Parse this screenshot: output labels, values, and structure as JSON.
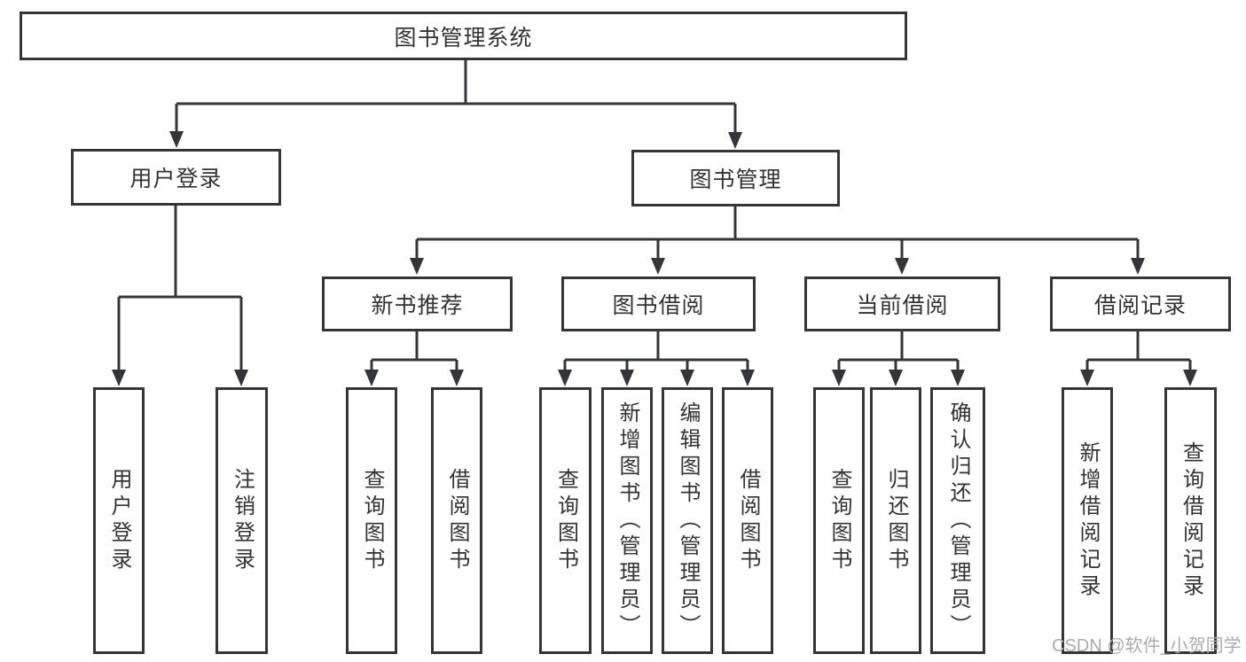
{
  "diagram": {
    "type": "hierarchy-tree",
    "root": {
      "label": "图书管理系统"
    },
    "level2": {
      "user_login": {
        "label": "用户登录"
      },
      "book_management": {
        "label": "图书管理"
      }
    },
    "level3": {
      "new_book_recommend": {
        "label": "新书推荐",
        "parent": "图书管理"
      },
      "book_borrowing": {
        "label": "图书借阅",
        "parent": "图书管理"
      },
      "current_borrowing": {
        "label": "当前借阅",
        "parent": "图书管理"
      },
      "borrowing_records": {
        "label": "借阅记录",
        "parent": "图书管理"
      }
    },
    "leaves": [
      {
        "label": "用户登录",
        "parent": "用户登录"
      },
      {
        "label": "注销登录",
        "parent": "用户登录"
      },
      {
        "label": "查询图书",
        "parent": "新书推荐"
      },
      {
        "label": "借阅图书",
        "parent": "新书推荐"
      },
      {
        "label": "查询图书",
        "parent": "图书借阅"
      },
      {
        "label": "新增图书（管理员）",
        "parent": "图书借阅"
      },
      {
        "label": "编辑图书（管理员）",
        "parent": "图书借阅"
      },
      {
        "label": "借阅图书",
        "parent": "图书借阅"
      },
      {
        "label": "查询图书",
        "parent": "当前借阅"
      },
      {
        "label": "归还图书",
        "parent": "当前借阅"
      },
      {
        "label": "确认归还（管理员）",
        "parent": "当前借阅"
      },
      {
        "label": "新增借阅记录",
        "parent": "借阅记录"
      },
      {
        "label": "查询借阅记录",
        "parent": "借阅记录"
      }
    ]
  },
  "watermark": {
    "text": "CSDN @软件_小贺同学"
  },
  "colors": {
    "line": "#333538",
    "box_border": "#333538",
    "text": "#333333",
    "watermark_text": "#ababab",
    "background": "#ffffff"
  }
}
